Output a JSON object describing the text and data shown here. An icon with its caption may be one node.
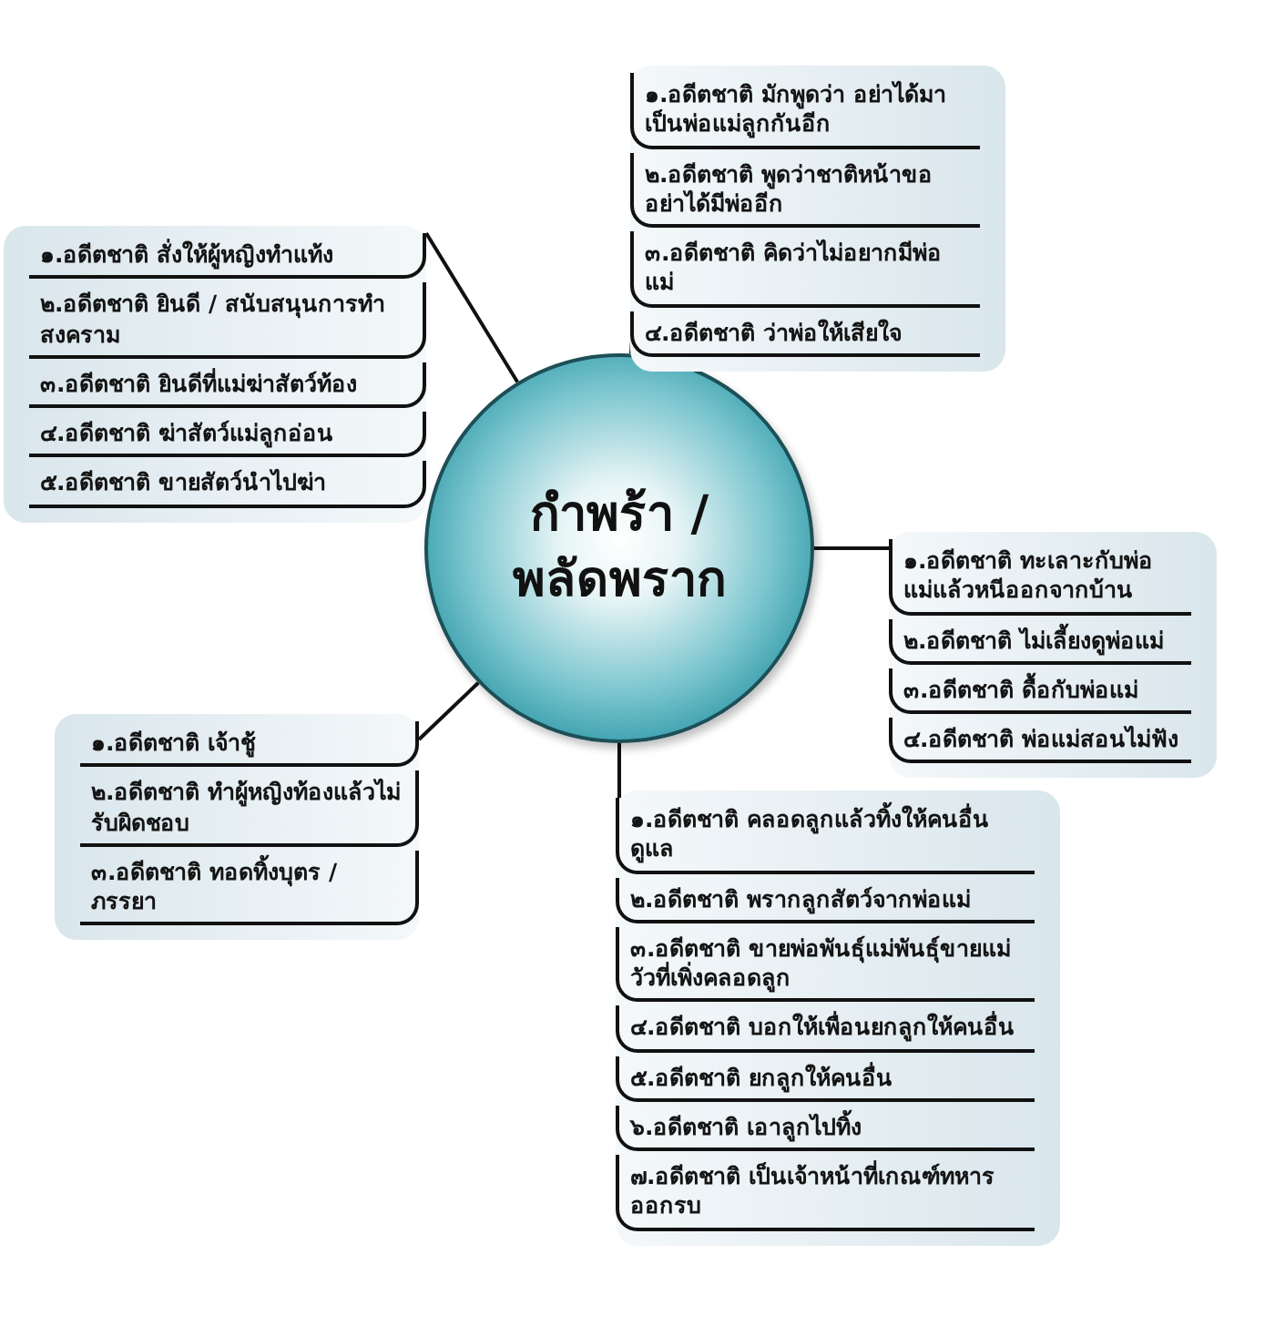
{
  "diagram": {
    "nodes": [
      {
        "text": [
          "กำพร้า / พลัดพราก"
        ]
      },
      {
        "text": [],
        "shape": "box"
      },
      {
        "text": [
          "๑.อดีตชาติ สั่งให้ผู้หญิงทำแท้ง"
        ],
        "in": 1
      },
      {
        "text": [
          "๒.อดีตชาติ ยินดี / สนับสนุนการทำสงคราม"
        ],
        "in": 1
      },
      {
        "text": [
          "๓.อดีตชาติ ยินดีที่แม่ฆ่าสัตว์ท้อง"
        ],
        "in": 1
      },
      {
        "text": [
          "๔.อดีตชาติ ฆ่าสัตว์แม่ลูกอ่อน"
        ],
        "in": 1
      },
      {
        "text": [
          "๕.อดีตชาติ ขายสัตว์นำไปฆ่า"
        ],
        "in": 1
      },
      {
        "text": [],
        "shape": "box"
      },
      {
        "text": [
          "๑.อดีตชาติ มักพูดว่า อย่าได้มาเป็นพ่อแม่ลูกกันอีก"
        ],
        "in": 7
      },
      {
        "text": [
          "๒.อดีตชาติ พูดว่าชาติหน้าขออย่าได้มีพ่ออีก"
        ],
        "in": 7
      },
      {
        "text": [
          "๓.อดีตชาติ คิดว่าไม่อยากมีพ่อแม่"
        ],
        "in": 7
      },
      {
        "text": [
          "๔.อดีตชาติ ว่าพ่อให้เสียใจ"
        ],
        "in": 7
      },
      {
        "text": [],
        "shape": "box"
      },
      {
        "text": [
          "๑.อดีตชาติ ทะเลาะกับพ่อแม่แล้วหนีออกจากบ้าน"
        ],
        "in": 12
      },
      {
        "text": [
          "๒.อดีตชาติ ไม่เลี้ยงดูพ่อแม่"
        ],
        "in": 12
      },
      {
        "text": [
          "๓.อดีตชาติ ดื้อกับพ่อแม่"
        ],
        "in": 12
      },
      {
        "text": [
          "๔.อดีตชาติ พ่อแม่สอนไม่ฟัง"
        ],
        "in": 12
      },
      {
        "text": [],
        "shape": "box"
      },
      {
        "text": [
          "๑.อดีตชาติ เจ้าชู้"
        ],
        "in": 17
      },
      {
        "text": [
          "๒.อดีตชาติ ทำผู้หญิงท้องแล้วไม่รับผิดชอบ"
        ],
        "in": 17
      },
      {
        "text": [
          "๓.อดีตชาติ ทอดทิ้งบุตร / ภรรยา"
        ],
        "in": 17
      },
      {
        "text": [],
        "shape": "box"
      },
      {
        "text": [
          "๑.อดีตชาติ คลอดลูกแล้วทิ้งให้คนอื่นดูแล"
        ],
        "in": 21
      },
      {
        "text": [
          "๒.อดีตชาติ พรากลูกสัตว์จากพ่อแม่"
        ],
        "in": 21
      },
      {
        "text": [
          "๓.อดีตชาติ ขายพ่อพันธุ์แม่พันธุ์ขายแม่วัวที่เพิ่งคลอดลูก"
        ],
        "in": 21
      },
      {
        "text": [
          "๔.อดีตชาติ บอกให้เพื่อนยกลูกให้คนอื่น"
        ],
        "in": 21
      },
      {
        "text": [
          "๕.อดีตชาติ ยกลูกให้คนอื่น"
        ],
        "in": 21
      },
      {
        "text": [
          "๖.อดีตชาติ เอาลูกไปทิ้ง"
        ],
        "in": 21
      },
      {
        "text": [
          "๗.อดีตชาติ เป็นเจ้าหน้าที่เกณฑ์ทหารออกรบ"
        ],
        "in": 21
      }
    ],
    "edges": [
      {
        "from": 0,
        "to": 1,
        "arrow": "none"
      },
      {
        "from": 0,
        "to": 7,
        "arrow": "none"
      },
      {
        "from": 0,
        "to": 12,
        "arrow": "none"
      },
      {
        "from": 0,
        "to": 17,
        "arrow": "none"
      },
      {
        "from": 0,
        "to": 21,
        "arrow": "none"
      }
    ]
  }
}
